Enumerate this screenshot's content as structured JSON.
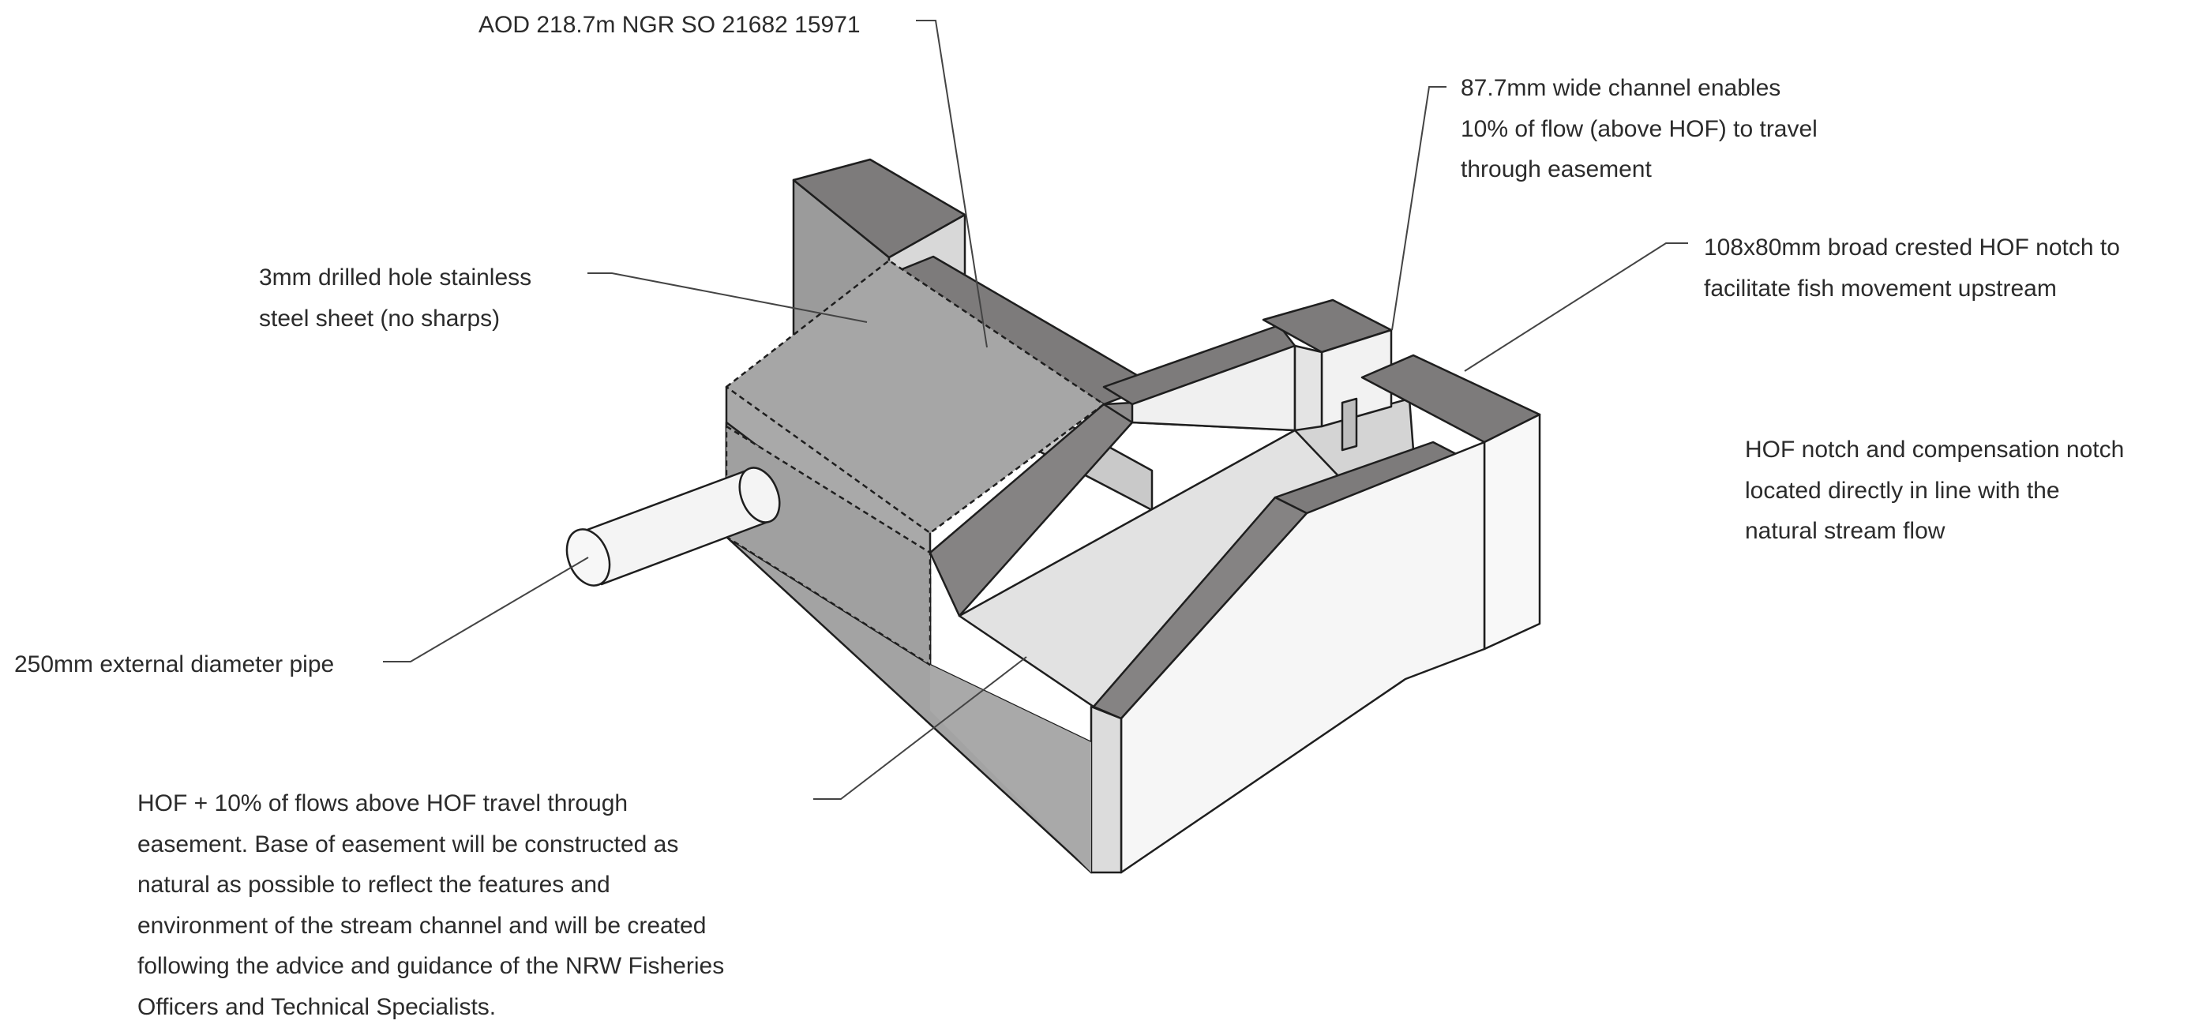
{
  "annotations": {
    "aod": "AOD 218.7m NGR SO 21682 15971",
    "channel": "87.7mm wide channel enables\n10% of flow (above HOF) to travel\nthrough easement",
    "sheet": "3mm drilled hole stainless\nsteel sheet (no sharps)",
    "hof_notch": "108x80mm broad crested HOF notch to\nfacilitate fish movement upstream",
    "inline_note": "HOF notch and compensation notch\nlocated directly in line with the\nnatural stream flow",
    "pipe": "250mm external diameter pipe",
    "easement": "HOF + 10% of flows above HOF travel through\neasement. Base of easement will be constructed as\nnatural as possible to reflect the features and\nenvironment of the stream channel and will be created\nfollowing the advice and guidance of the NRW Fisheries\nOfficers and Technical Specialists."
  },
  "colors": {
    "concrete_top": "#7d7b7b",
    "concrete_side_dark": "#a9a9a9",
    "concrete_side_light": "#efefef",
    "concrete_side_white": "#f6f6f6",
    "steel_sheet": "#a6a6a6",
    "channel_floor": "#e2e2e2",
    "pipe": "#f4f4f4",
    "leader_line": "#444444",
    "edge": "#1e1e1e"
  }
}
